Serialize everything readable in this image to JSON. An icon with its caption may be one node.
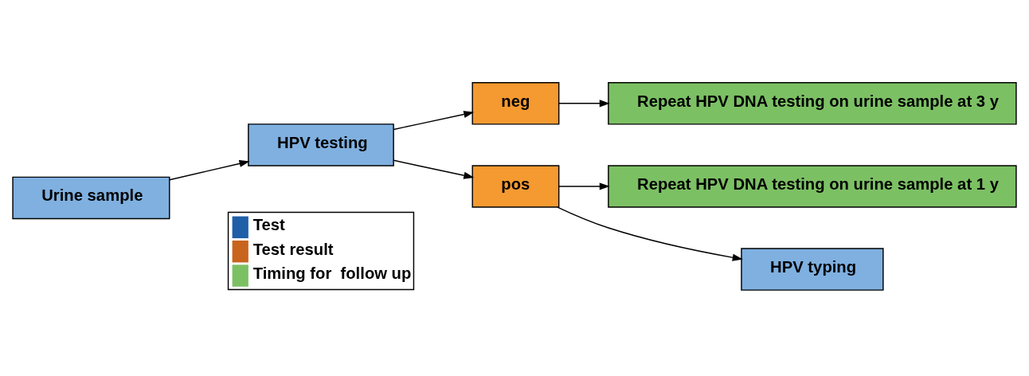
{
  "diagram": {
    "nodes": [
      {
        "text": [
          "Urine sample"
        ]
      },
      {
        "text": [
          "HPV testing"
        ]
      },
      {
        "text": [
          "neg"
        ]
      },
      {
        "text": [
          "pos"
        ]
      },
      {
        "text": [
          "Repeat HPV DNA testing on urine sample at 3 y"
        ]
      },
      {
        "text": [
          "Repeat HPV DNA testing on urine sample at 1 y"
        ]
      },
      {
        "text": [
          "HPV typing"
        ]
      }
    ],
    "edges": [
      {
        "from": 0,
        "to": 1,
        "arrow": "to"
      },
      {
        "from": 1,
        "to": 2,
        "arrow": "to"
      },
      {
        "from": 1,
        "to": 3,
        "arrow": "to"
      },
      {
        "from": 2,
        "to": 4,
        "arrow": "to"
      },
      {
        "from": 3,
        "to": 5,
        "arrow": "to"
      },
      {
        "from": 3,
        "to": 6,
        "arrow": "to"
      }
    ],
    "legend": [
      {
        "text": "Test",
        "color": "#1f5fa8"
      },
      {
        "text": "Test result",
        "color": "#c8641e"
      },
      {
        "text": "Timing for  follow up",
        "color": "#7cc064"
      }
    ]
  }
}
